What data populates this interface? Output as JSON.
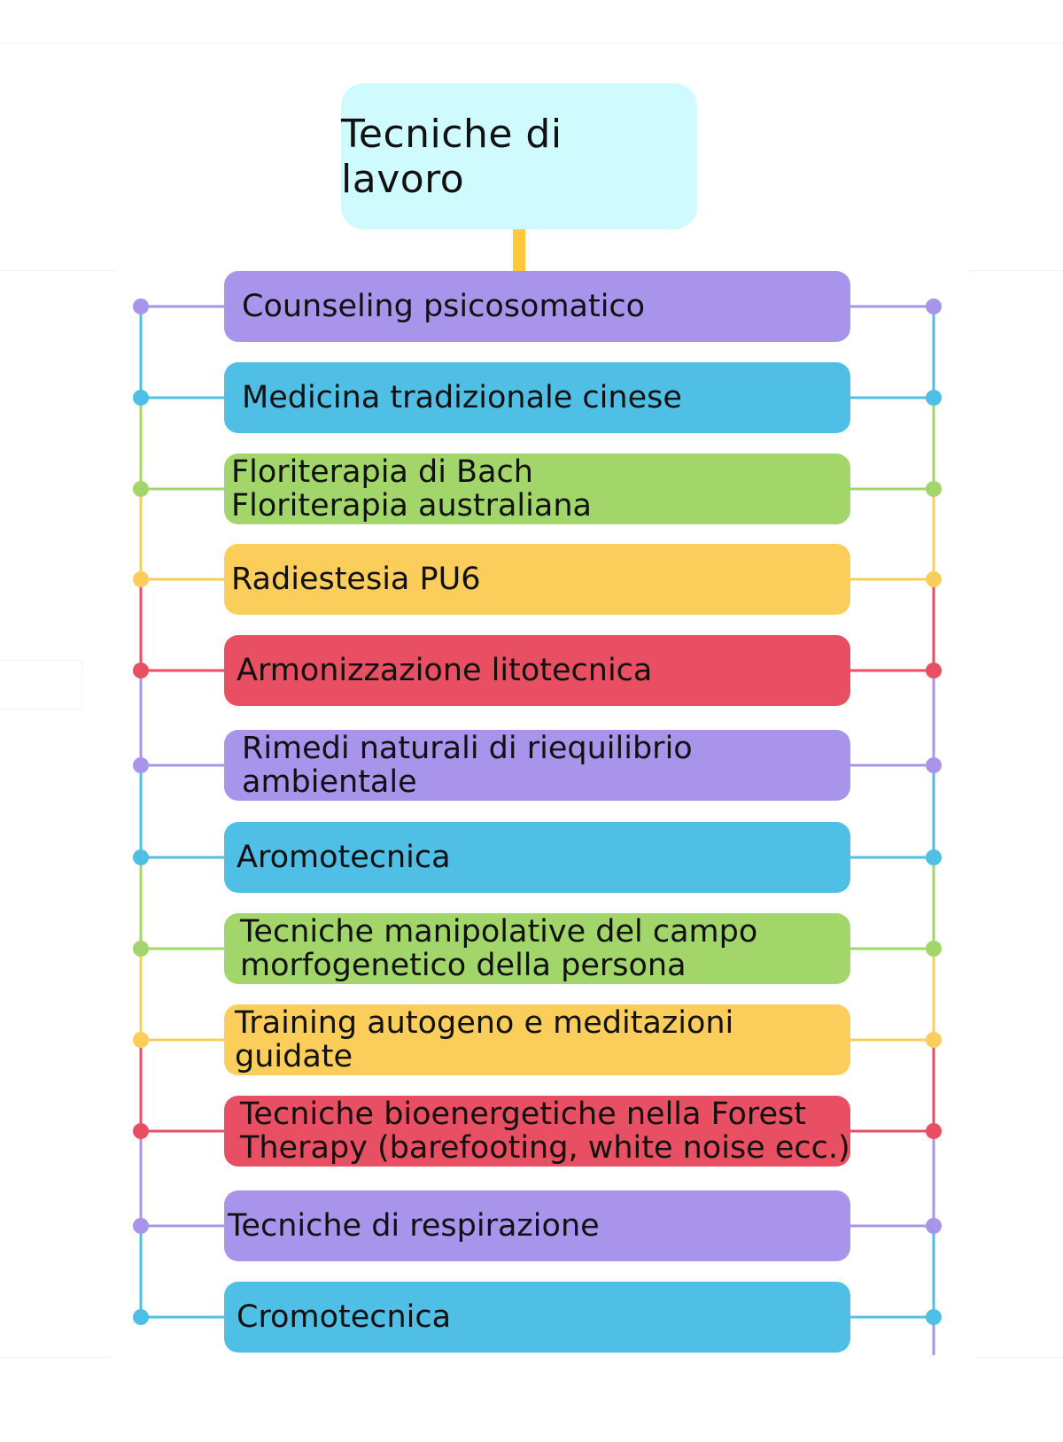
{
  "diagram": {
    "title": "Tecniche di lavoro",
    "colors": {
      "title_box": "#cffafe",
      "stem": "#fbc93a",
      "purple": "#a994ec",
      "blue": "#50bfe6",
      "green": "#a3d66a",
      "yellow": "#fbcd5a",
      "red": "#e94f62"
    },
    "items": [
      {
        "label": "Counseling  psicosomatico",
        "color": "purple"
      },
      {
        "label": "Medicina tradizionale cinese",
        "color": "blue"
      },
      {
        "label": "Floriterapia di Bach\nFloriterapia australiana",
        "color": "green"
      },
      {
        "label": "Radiestesia PU6",
        "color": "yellow"
      },
      {
        "label": "Armonizzazione litotecnica",
        "color": "red"
      },
      {
        "label": "Rimedi naturali di riequilibrio\nambientale",
        "color": "purple"
      },
      {
        "label": "Aromotecnica",
        "color": "blue"
      },
      {
        "label": "Tecniche manipolative del campo\nmorfogenetico della persona",
        "color": "green"
      },
      {
        "label": "Training autogeno e meditazioni\nguidate",
        "color": "yellow"
      },
      {
        "label": "Tecniche bioenergetiche nella Forest\nTherapy (barefooting, white noise ecc.)",
        "color": "red"
      },
      {
        "label": "Tecniche di respirazione",
        "color": "purple"
      },
      {
        "label": "Cromotecnica",
        "color": "blue"
      }
    ]
  }
}
